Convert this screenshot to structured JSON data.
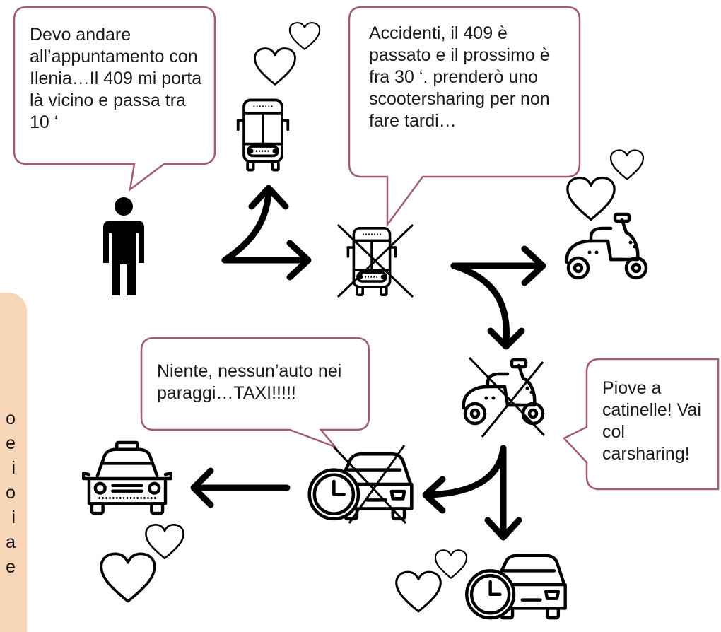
{
  "bubbles": {
    "person": "Devo andare all’appuntamento con Ilenia…Il 409 mi porta là vicino e passa tra 10 ‘",
    "bus_missed": "Accidenti, il 409 è passato e il prossimo è fra 30 ‘. prenderò uno scootersharing per non fare tardi…",
    "rain": "Piove a catinelle! Vai col carsharing!",
    "no_car": "Niente, nessun’auto nei paraggi…TAXI!!!!!"
  },
  "sidebar_fragment": [
    "o",
    "e",
    "i",
    "o",
    "i",
    "a",
    "e"
  ],
  "colors": {
    "bubble_border": "#a25d6c",
    "sidebar": "#f7d6b8",
    "ink": "#000000"
  },
  "icons": [
    "person-icon",
    "bus-icon",
    "bus-crossed-icon",
    "scooter-icon",
    "scooter-crossed-icon",
    "car-clock-icon",
    "car-clock-crossed-icon",
    "taxi-icon",
    "heart-icon",
    "arrow-icon"
  ]
}
